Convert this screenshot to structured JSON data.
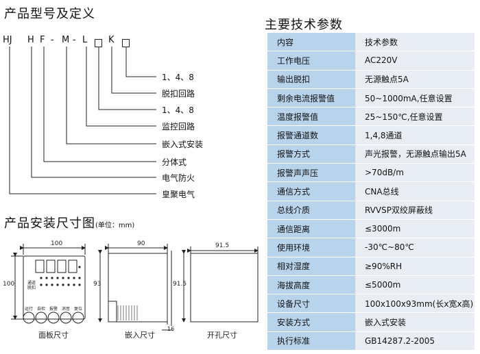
{
  "model_section": {
    "title": "产品型号及定义",
    "code": [
      "HJ",
      "H",
      "F",
      "-",
      "M",
      "-",
      "L",
      "K"
    ],
    "labels": [
      "1、4、8",
      "脱扣回路",
      "1、4、8",
      "监控回路",
      "嵌入式安装",
      "分体式",
      "电气防火",
      "皇聚电气"
    ]
  },
  "install_section": {
    "title": "产品安装尺寸图",
    "unit": "(单位：mm)",
    "panel": {
      "width": "100",
      "height": "100",
      "caption": "面板尺寸",
      "buttons": [
        "运行",
        "自检",
        "报警",
        "消音",
        "复位"
      ],
      "row_labels": [
        "通道",
        "脱扣"
      ]
    },
    "embed": {
      "width": "90",
      "depth": "93",
      "thickness": "16",
      "caption": "嵌入尺寸"
    },
    "cutout": {
      "width": "91.5",
      "height": "91.5",
      "caption": "开孔尺寸"
    }
  },
  "spec_section": {
    "title": "主要技术参数",
    "rows": [
      {
        "k": "内容",
        "v": "技术参数"
      },
      {
        "k": "工作电压",
        "v": "AC220V"
      },
      {
        "k": "输出脱扣",
        "v": "无源触点5A"
      },
      {
        "k": "剩余电流报警值",
        "v": "50~1000mA,任意设置"
      },
      {
        "k": "温度报警值",
        "v": "25~150℃,任意设置"
      },
      {
        "k": "报警通道数",
        "v": "1,4,8通道"
      },
      {
        "k": "报警方式",
        "v": "声光报警，无源触点输出5A"
      },
      {
        "k": "报警声声压",
        "v": ">70dB/m"
      },
      {
        "k": "通信方式",
        "v": "CNA总线"
      },
      {
        "k": "总线介质",
        "v": "RVVSP双绞屏蔽线"
      },
      {
        "k": "通信距离",
        "v": "≤3000m"
      },
      {
        "k": "使用环境",
        "v": "-30℃~80℃"
      },
      {
        "k": "相对湿度",
        "v": "≥90%RH"
      },
      {
        "k": "海拔高度",
        "v": "≤5000m"
      },
      {
        "k": "设备尺寸",
        "v": "100x100x93mm(长x宽x高)"
      },
      {
        "k": "安装方式",
        "v": "嵌入式安装"
      },
      {
        "k": "执行标准",
        "v": "GB14287.2-2005"
      }
    ]
  }
}
